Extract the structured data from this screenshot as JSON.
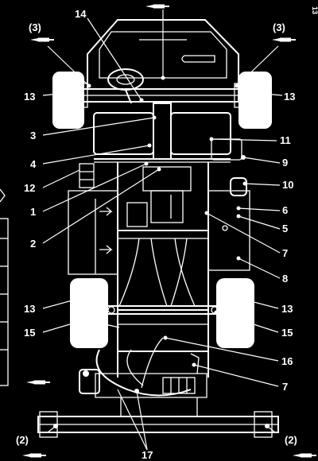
{
  "figure_id": "13",
  "callouts": [
    {
      "id": "c14",
      "label": "14"
    },
    {
      "id": "c3tl",
      "label": "(3)"
    },
    {
      "id": "c3tr",
      "label": "(3)"
    },
    {
      "id": "c13tl",
      "label": "13"
    },
    {
      "id": "c13tr",
      "label": "13"
    },
    {
      "id": "c3",
      "label": "3"
    },
    {
      "id": "c11",
      "label": "11"
    },
    {
      "id": "c4",
      "label": "4"
    },
    {
      "id": "c9",
      "label": "9"
    },
    {
      "id": "c12",
      "label": "12"
    },
    {
      "id": "c10",
      "label": "10"
    },
    {
      "id": "c1",
      "label": "1"
    },
    {
      "id": "c6",
      "label": "6"
    },
    {
      "id": "c5",
      "label": "5"
    },
    {
      "id": "c2",
      "label": "2"
    },
    {
      "id": "c7a",
      "label": "7"
    },
    {
      "id": "c8",
      "label": "8"
    },
    {
      "id": "c13bl",
      "label": "13"
    },
    {
      "id": "c13br",
      "label": "13"
    },
    {
      "id": "c15l",
      "label": "15"
    },
    {
      "id": "c15r",
      "label": "15"
    },
    {
      "id": "c16",
      "label": "16"
    },
    {
      "id": "c7b",
      "label": "7"
    },
    {
      "id": "c2bl",
      "label": "(2)"
    },
    {
      "id": "c2br",
      "label": "(2)"
    },
    {
      "id": "c17",
      "label": "17"
    }
  ],
  "icons": [
    "grease-gun-icon"
  ]
}
